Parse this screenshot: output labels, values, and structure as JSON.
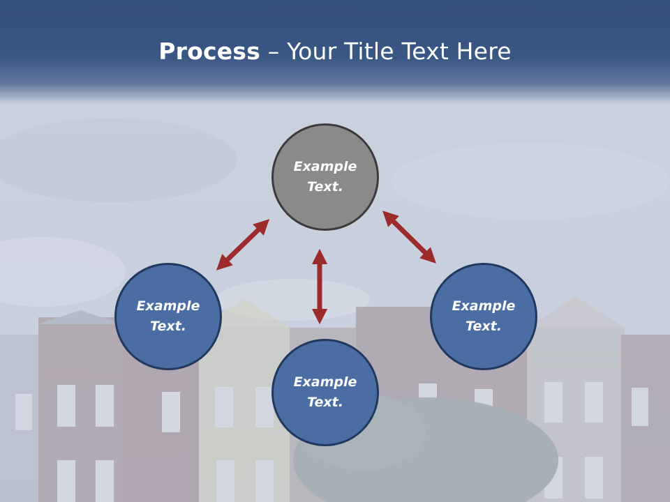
{
  "slide": {
    "title_bold": "Process",
    "title_dash": " – ",
    "title_rest": "Your Title Text Here"
  },
  "nodes": [
    {
      "line1": "Example",
      "line2": "Text.",
      "color": "#8a8a8a"
    },
    {
      "line1": "Example",
      "line2": "Text.",
      "color": "#4a6ea4"
    },
    {
      "line1": "Example",
      "line2": "Text.",
      "color": "#4a6ea4"
    },
    {
      "line1": "Example",
      "line2": "Text.",
      "color": "#4a6ea4"
    }
  ],
  "colors": {
    "header": "#344f7c",
    "arrow": "#9e2b2b",
    "title_text": "#ffffff"
  },
  "background": {
    "subject": "row houses under cloudy sky"
  }
}
